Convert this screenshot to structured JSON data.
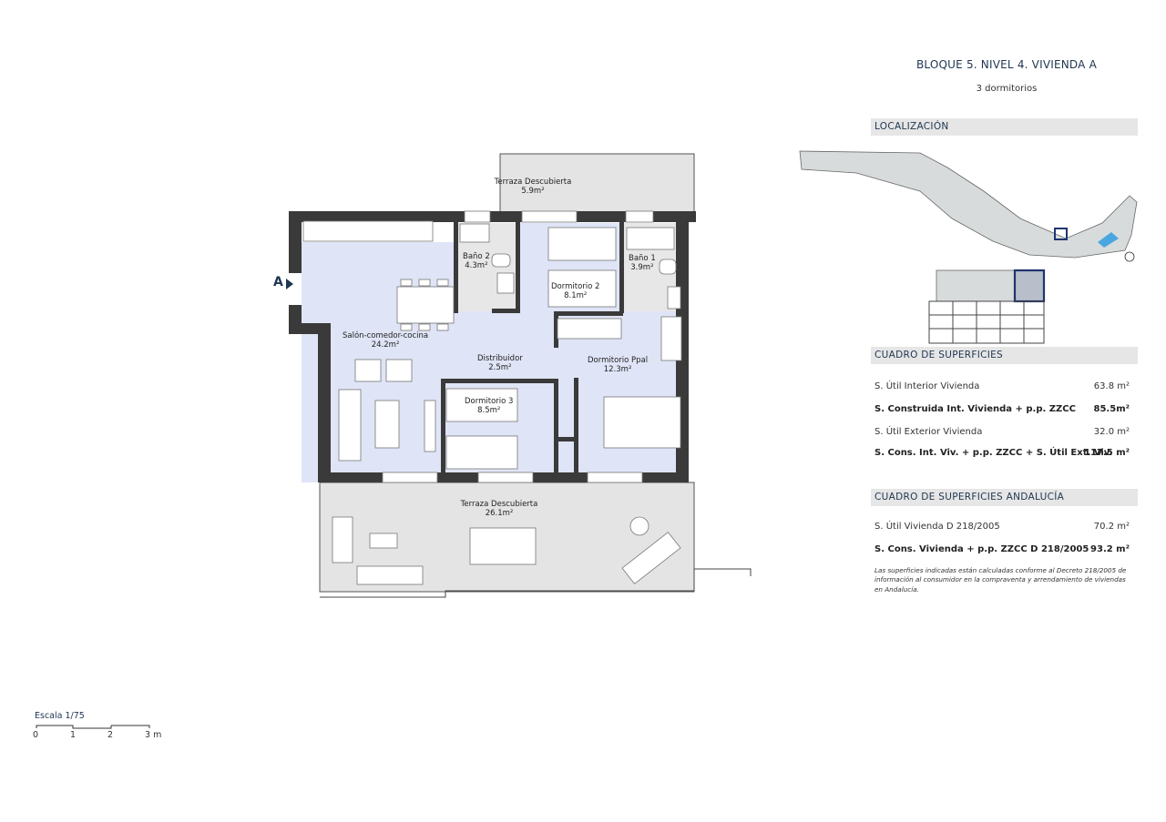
{
  "header": {
    "title": "BLOQUE 5. NIVEL 4. VIVIENDA A",
    "subtitle": "3 dormitorios"
  },
  "sections": {
    "localizacion": "LOCALIZACIÓN",
    "superficies": "CUADRO DE SUPERFICIES",
    "andalucia": "CUADRO DE SUPERFICIES ANDALUCÍA"
  },
  "superficies": [
    {
      "label": "S. Útil Interior Vivienda",
      "value": "63.8 m²",
      "bold": false
    },
    {
      "label": "S. Construida Int. Vivienda + p.p. ZZCC",
      "value": "85.5m²",
      "bold": true
    },
    {
      "label": "S. Útil Exterior Vivienda",
      "value": "32.0 m²",
      "bold": false
    },
    {
      "label": "S. Cons. Int. Viv. + p.p. ZZCC + S. Útil Ext. Viv.",
      "value": "117.5 m²",
      "bold": true
    }
  ],
  "andalucia": [
    {
      "label": "S. Útil Vivienda D 218/2005",
      "value": "70.2 m²",
      "bold": false
    },
    {
      "label": "S. Cons. Vivienda + p.p. ZZCC D 218/2005",
      "value": "93.2 m²",
      "bold": true
    }
  ],
  "note": "Las superficies indicadas están calculadas conforme al Decreto 218/2005 de información al consumidor en la compraventa y arrendamiento de viviendas en Andalucía.",
  "rooms": {
    "terraza_top": {
      "name": "Terraza Descubierta",
      "area": "5.9m²"
    },
    "bano2": {
      "name": "Baño 2",
      "area": "4.3m²"
    },
    "dorm2": {
      "name": "Dormitorio 2",
      "area": "8.1m²"
    },
    "bano1": {
      "name": "Baño 1",
      "area": "3.9m²"
    },
    "salon": {
      "name": "Salón-comedor-cocina",
      "area": "24.2m²"
    },
    "distribuidor": {
      "name": "Distribuidor",
      "area": "2.5m²"
    },
    "dormppal": {
      "name": "Dormitorio Ppal",
      "area": "12.3m²"
    },
    "dorm3": {
      "name": "Dormitorio 3",
      "area": "8.5m²"
    },
    "terraza_bottom": {
      "name": "Terraza Descubierta",
      "area": "26.1m²"
    }
  },
  "entrance_label": "A",
  "scale": {
    "label": "Escala 1/75",
    "ticks": [
      "0",
      "1",
      "2",
      "3 m"
    ]
  },
  "colors": {
    "room": "#dfe4f6",
    "bath": "#e7e7e7",
    "wall": "#3a3a3a",
    "header": "#1f3550",
    "terrace_top": "#e4e4e4"
  }
}
